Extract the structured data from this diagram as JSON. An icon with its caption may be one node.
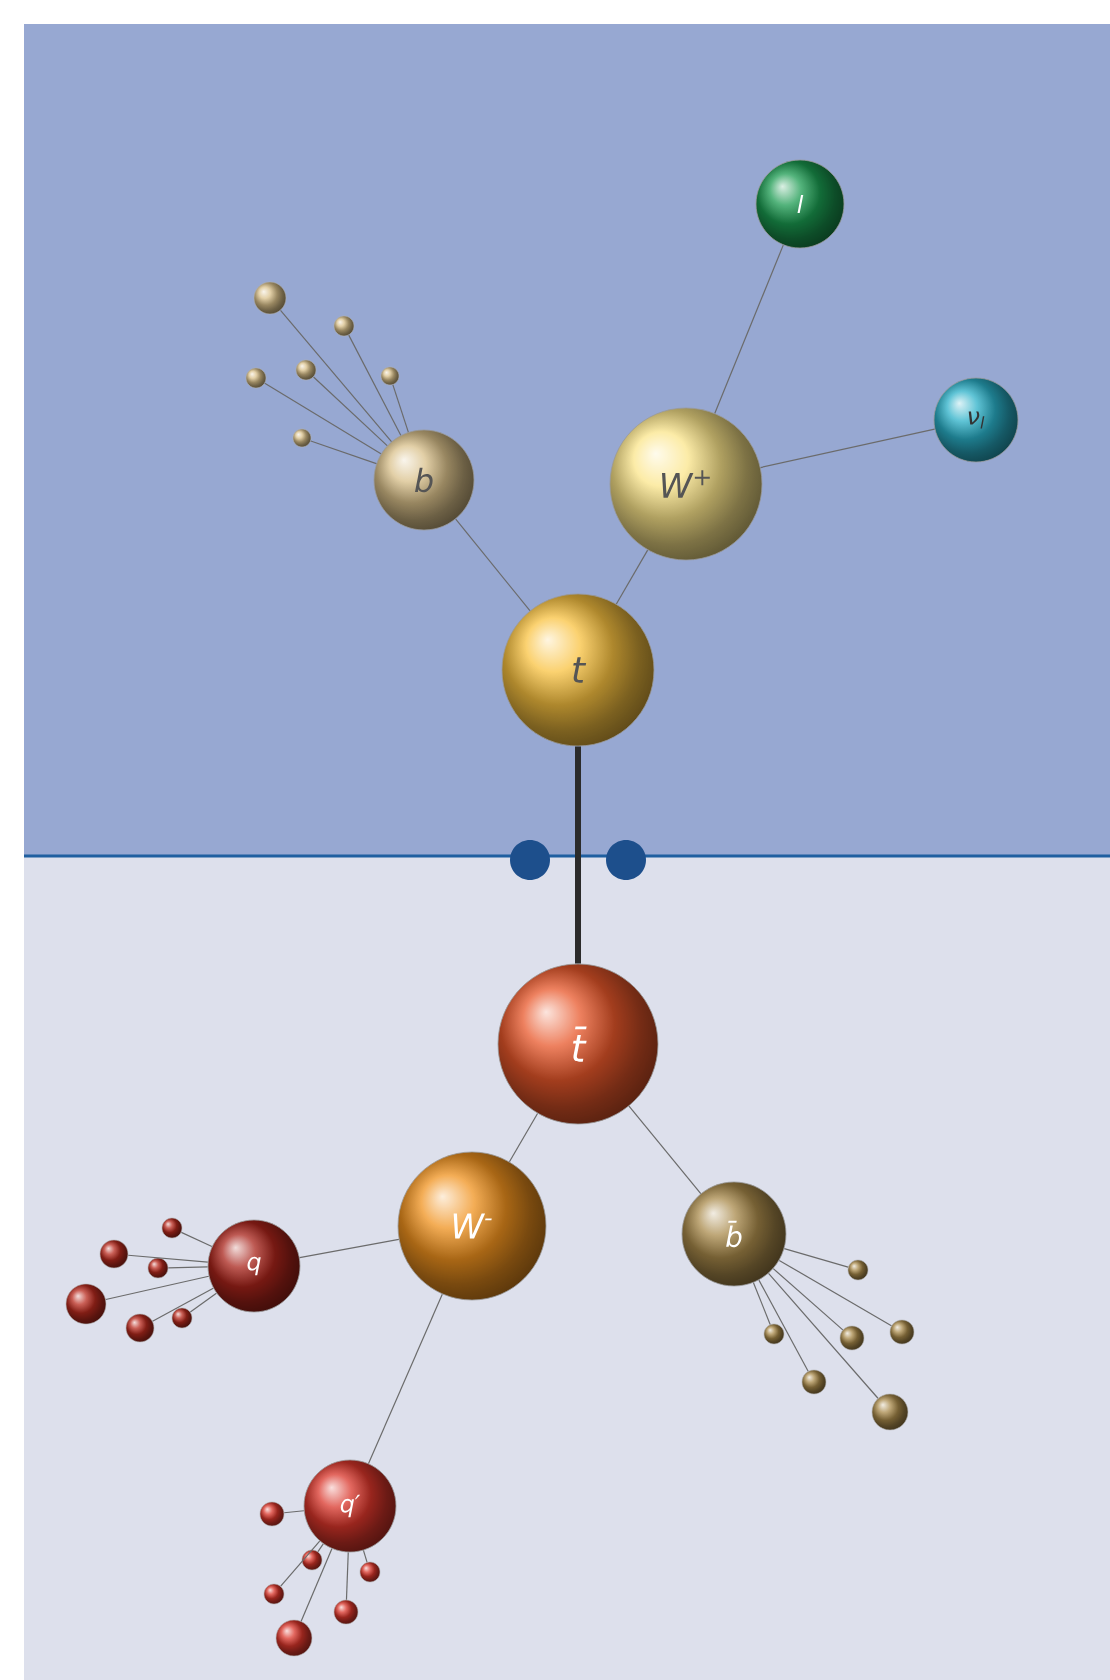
{
  "diagram": {
    "nodes": [
      {
        "text": [],
        "shape": "circle"
      },
      {
        "text": [],
        "shape": "circle"
      },
      {
        "text": [],
        "shape": "circle"
      },
      {
        "text": [],
        "shape": "circle"
      },
      {
        "text": [],
        "shape": "circle"
      },
      {
        "text": [],
        "shape": "circle"
      },
      {
        "text": [
          "l"
        ]
      },
      {
        "text": [
          "ν$_{l}$"
        ]
      },
      {
        "text": [
          "b"
        ]
      },
      {
        "text": [
          "W$^{+}$"
        ]
      },
      {
        "text": [
          "t"
        ]
      },
      {
        "text": [
          "t̄"
        ]
      },
      {
        "text": [
          "W$^{-}$"
        ]
      },
      {
        "text": [
          "b̄"
        ]
      },
      {
        "text": [
          "q"
        ]
      },
      {
        "text": [
          "q′"
        ]
      },
      {
        "text": [],
        "shape": "circle"
      },
      {
        "text": [],
        "shape": "circle"
      },
      {
        "text": [],
        "shape": "circle"
      },
      {
        "text": [],
        "shape": "circle"
      },
      {
        "text": [],
        "shape": "circle"
      },
      {
        "text": [],
        "shape": "circle"
      },
      {
        "text": [],
        "shape": "circle"
      },
      {
        "text": [],
        "shape": "circle"
      },
      {
        "text": [],
        "shape": "circle"
      },
      {
        "text": [],
        "shape": "circle"
      },
      {
        "text": [],
        "shape": "circle"
      },
      {
        "text": [],
        "shape": "circle"
      },
      {
        "text": [],
        "shape": "circle"
      },
      {
        "text": [],
        "shape": "circle"
      },
      {
        "text": [],
        "shape": "circle"
      },
      {
        "text": [],
        "shape": "circle"
      },
      {
        "text": [],
        "shape": "circle"
      },
      {
        "text": [],
        "shape": "circle"
      }
    ],
    "edges": [
      {
        "from": 10,
        "to": 8,
        "arrow": "none"
      },
      {
        "from": 10,
        "to": 9,
        "arrow": "none"
      },
      {
        "from": 9,
        "to": 6,
        "arrow": "none"
      },
      {
        "from": 9,
        "to": 7,
        "arrow": "none"
      },
      {
        "from": 10,
        "to": 11,
        "arrow": "none",
        "style": "thick",
        "color": "#2b2b2b"
      },
      {
        "from": 11,
        "to": 12,
        "arrow": "none"
      },
      {
        "from": 11,
        "to": 13,
        "arrow": "none"
      },
      {
        "from": 12,
        "to": 14,
        "arrow": "none"
      },
      {
        "from": 12,
        "to": 15,
        "arrow": "none"
      },
      {
        "from": 8,
        "to": 0,
        "arrow": "none"
      },
      {
        "from": 8,
        "to": 1,
        "arrow": "none"
      },
      {
        "from": 8,
        "to": 2,
        "arrow": "none"
      },
      {
        "from": 8,
        "to": 3,
        "arrow": "none"
      },
      {
        "from": 8,
        "to": 4,
        "arrow": "none"
      },
      {
        "from": 8,
        "to": 5,
        "arrow": "none"
      },
      {
        "from": 14,
        "to": 16,
        "arrow": "none"
      },
      {
        "from": 14,
        "to": 17,
        "arrow": "none"
      },
      {
        "from": 14,
        "to": 18,
        "arrow": "none"
      },
      {
        "from": 14,
        "to": 19,
        "arrow": "none"
      },
      {
        "from": 14,
        "to": 20,
        "arrow": "none"
      },
      {
        "from": 14,
        "to": 21,
        "arrow": "none"
      },
      {
        "from": 15,
        "to": 22,
        "arrow": "none"
      },
      {
        "from": 15,
        "to": 23,
        "arrow": "none"
      },
      {
        "from": 15,
        "to": 24,
        "arrow": "none"
      },
      {
        "from": 15,
        "to": 25,
        "arrow": "none"
      },
      {
        "from": 15,
        "to": 26,
        "arrow": "none"
      },
      {
        "from": 15,
        "to": 27,
        "arrow": "none"
      },
      {
        "from": 13,
        "to": 28,
        "arrow": "none"
      },
      {
        "from": 13,
        "to": 29,
        "arrow": "none"
      },
      {
        "from": 13,
        "to": 30,
        "arrow": "none"
      },
      {
        "from": 13,
        "to": 31,
        "arrow": "none"
      },
      {
        "from": 13,
        "to": 32,
        "arrow": "none"
      },
      {
        "from": 13,
        "to": 33,
        "arrow": "none"
      }
    ]
  }
}
